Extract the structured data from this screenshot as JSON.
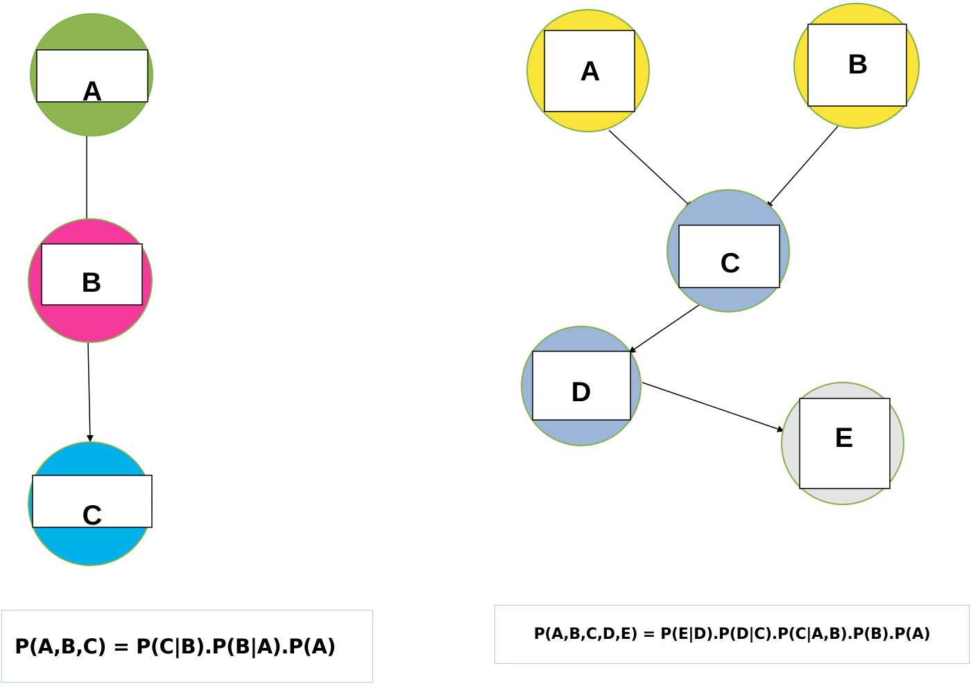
{
  "left_network": {
    "nodes": [
      {
        "id": "A",
        "label": "A",
        "fill": "#8db552"
      },
      {
        "id": "B",
        "label": "B",
        "fill": "#f5399b"
      },
      {
        "id": "C",
        "label": "C",
        "fill": "#00b0eb"
      }
    ],
    "edges": [
      [
        "A",
        "B"
      ],
      [
        "B",
        "C"
      ]
    ],
    "formula": "P(A,B,C) = P(C|B).P(B|A).P(A)"
  },
  "right_network": {
    "nodes": [
      {
        "id": "A",
        "label": "A",
        "fill": "#fbe43a"
      },
      {
        "id": "B",
        "label": "B",
        "fill": "#fbe43a"
      },
      {
        "id": "C",
        "label": "C",
        "fill": "#9db6d8"
      },
      {
        "id": "D",
        "label": "D",
        "fill": "#9db6d8"
      },
      {
        "id": "E",
        "label": "E",
        "fill": "#e4e4e4"
      }
    ],
    "edges": [
      [
        "A",
        "C"
      ],
      [
        "B",
        "C"
      ],
      [
        "C",
        "D"
      ],
      [
        "D",
        "E"
      ]
    ],
    "formula": "P(A,B,C,D,E) = P(E|D).P(D|C).P(C|A,B).P(B).P(A)"
  },
  "colors": {
    "node_border": "#7fb24a",
    "arrow": "#000000",
    "formula_border": "#b7cbe0"
  }
}
